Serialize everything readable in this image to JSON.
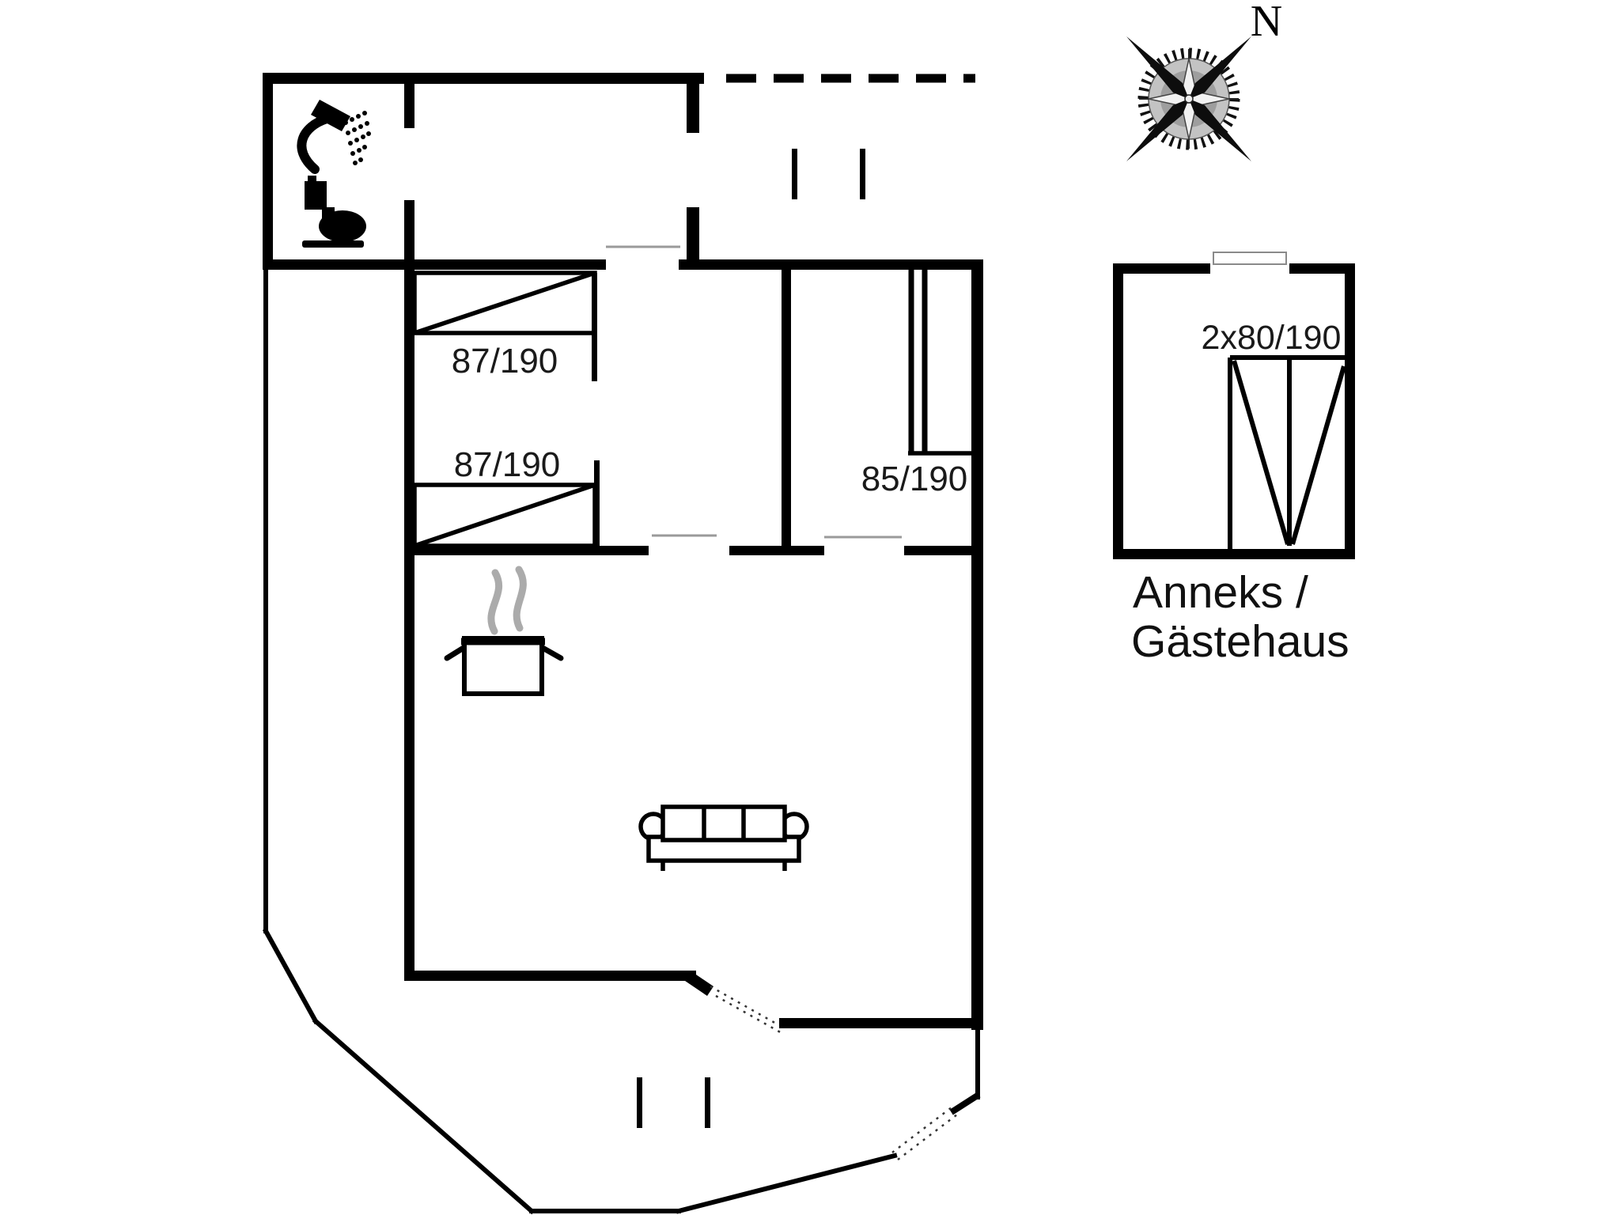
{
  "page": {
    "background": "#ffffff"
  },
  "colors": {
    "wall": "#000000",
    "label_text": "#1a1a1a",
    "steam": "#ababab",
    "door_sill": "#9a9a9a",
    "rose_gray": "#c3c3c3"
  },
  "floorplan": {
    "labels": {
      "bed_left_top": "87/190",
      "bed_left_bottom": "87/190",
      "bed_right": "85/190"
    }
  },
  "annex": {
    "bed_label": "2x80/190",
    "caption_line1": "Anneks /",
    "caption_line2": "Gästehaus"
  },
  "compass": {
    "north_label": "N"
  },
  "icons": {
    "shower": "shower-icon",
    "toilet": "toilet-icon",
    "cooking_pot": "cooking-pot-icon",
    "steam": "steam-icon",
    "sofa": "sofa-icon",
    "compass_rose": "compass-rose-icon",
    "terrace_post": "terrace-post",
    "open_door": "open-door-dotted-icon"
  }
}
